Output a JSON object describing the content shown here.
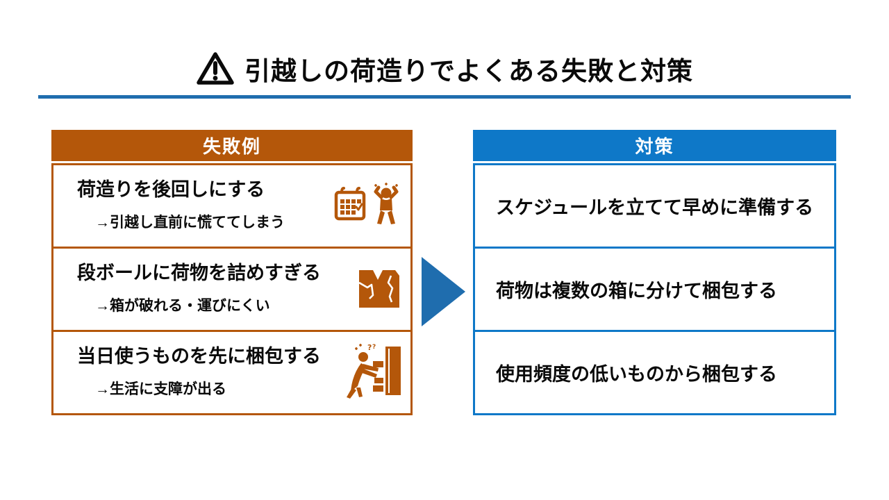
{
  "title": {
    "text": "引越しの荷造りでよくある失敗と対策",
    "icon": "warning-triangle-icon"
  },
  "colors": {
    "accent_orange": "#b4570a",
    "accent_blue": "#0e78c8",
    "divider_blue": "#1f6dae",
    "arrow_blue": "#1f6dae"
  },
  "failure_table": {
    "header": "失敗例",
    "rows": [
      {
        "main": "荷造りを後回しにする",
        "sub": "→引越し直前に慌ててしまう",
        "icons": [
          "calendar-icon",
          "panicking-person-icon"
        ]
      },
      {
        "main": "段ボールに荷物を詰めすぎる",
        "sub": "→箱が破れる・運びにくい",
        "icons": [
          "broken-box-icon"
        ]
      },
      {
        "main": "当日使うものを先に梱包する",
        "sub": "→生活に支障が出る",
        "icons": [
          "searching-person-icon"
        ]
      }
    ]
  },
  "countermeasure_table": {
    "header": "対策",
    "rows": [
      {
        "text": "スケジュールを立てて早めに準備する"
      },
      {
        "text": "荷物は複数の箱に分けて梱包する"
      },
      {
        "text": "使用頻度の低いものから梱包する"
      }
    ]
  }
}
